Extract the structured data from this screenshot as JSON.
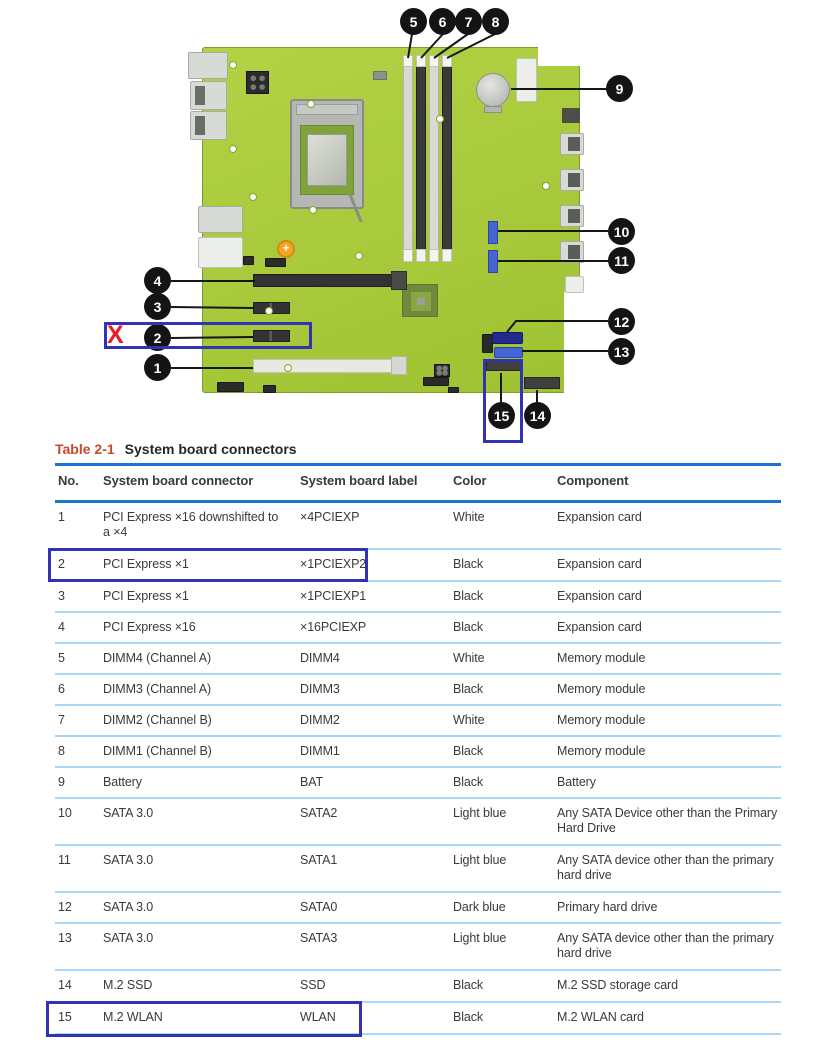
{
  "table": {
    "caption_label": "Table 2-1",
    "caption_title": "System board connectors",
    "headers": [
      "No.",
      "System board connector",
      "System board label",
      "Color",
      "Component"
    ],
    "rows": [
      {
        "no": "1",
        "connector": "PCI Express ×16 downshifted to a ×4",
        "label": "×4PCIEXP",
        "color": "White",
        "component": "Expansion card"
      },
      {
        "no": "2",
        "connector": "PCI Express ×1",
        "label": "×1PCIEXP2",
        "color": "Black",
        "component": "Expansion card"
      },
      {
        "no": "3",
        "connector": "PCI Express ×1",
        "label": "×1PCIEXP1",
        "color": "Black",
        "component": "Expansion card"
      },
      {
        "no": "4",
        "connector": "PCI Express ×16",
        "label": "×16PCIEXP",
        "color": "Black",
        "component": "Expansion card"
      },
      {
        "no": "5",
        "connector": "DIMM4 (Channel A)",
        "label": "DIMM4",
        "color": "White",
        "component": "Memory module"
      },
      {
        "no": "6",
        "connector": "DIMM3 (Channel A)",
        "label": "DIMM3",
        "color": "Black",
        "component": "Memory module"
      },
      {
        "no": "7",
        "connector": "DIMM2 (Channel B)",
        "label": "DIMM2",
        "color": "White",
        "component": "Memory module"
      },
      {
        "no": "8",
        "connector": "DIMM1 (Channel B)",
        "label": "DIMM1",
        "color": "Black",
        "component": "Memory module"
      },
      {
        "no": "9",
        "connector": "Battery",
        "label": "BAT",
        "color": "Black",
        "component": "Battery"
      },
      {
        "no": "10",
        "connector": "SATA 3.0",
        "label": "SATA2",
        "color": "Light blue",
        "component": "Any SATA Device other than the Primary Hard Drive"
      },
      {
        "no": "11",
        "connector": "SATA 3.0",
        "label": "SATA1",
        "color": "Light blue",
        "component": "Any SATA device other than the primary hard drive"
      },
      {
        "no": "12",
        "connector": "SATA 3.0",
        "label": "SATA0",
        "color": "Dark blue",
        "component": "Primary hard drive"
      },
      {
        "no": "13",
        "connector": "SATA 3.0",
        "label": "SATA3",
        "color": "Light blue",
        "component": "Any SATA device other than the primary hard drive"
      },
      {
        "no": "14",
        "connector": "M.2 SSD",
        "label": "SSD",
        "color": "Black",
        "component": "M.2 SSD storage card"
      },
      {
        "no": "15",
        "connector": "M.2 WLAN",
        "label": "WLAN",
        "color": "Black",
        "component": "M.2 WLAN card"
      }
    ]
  },
  "diagram": {
    "callouts": [
      "1",
      "2",
      "3",
      "4",
      "5",
      "6",
      "7",
      "8",
      "9",
      "10",
      "11",
      "12",
      "13",
      "14",
      "15"
    ]
  },
  "annotations": {
    "x_mark": "X",
    "highlight_color": "#3232b4",
    "x_mark_color": "#ec1c24"
  },
  "colors": {
    "table_border": "#1b74d4",
    "row_separator": "#a9d7f5",
    "caption_label": "#c8492b",
    "pcb_green": "#a7c93c",
    "sata_light_blue": "#4565d2",
    "sata_dark_blue": "#232a8e"
  }
}
